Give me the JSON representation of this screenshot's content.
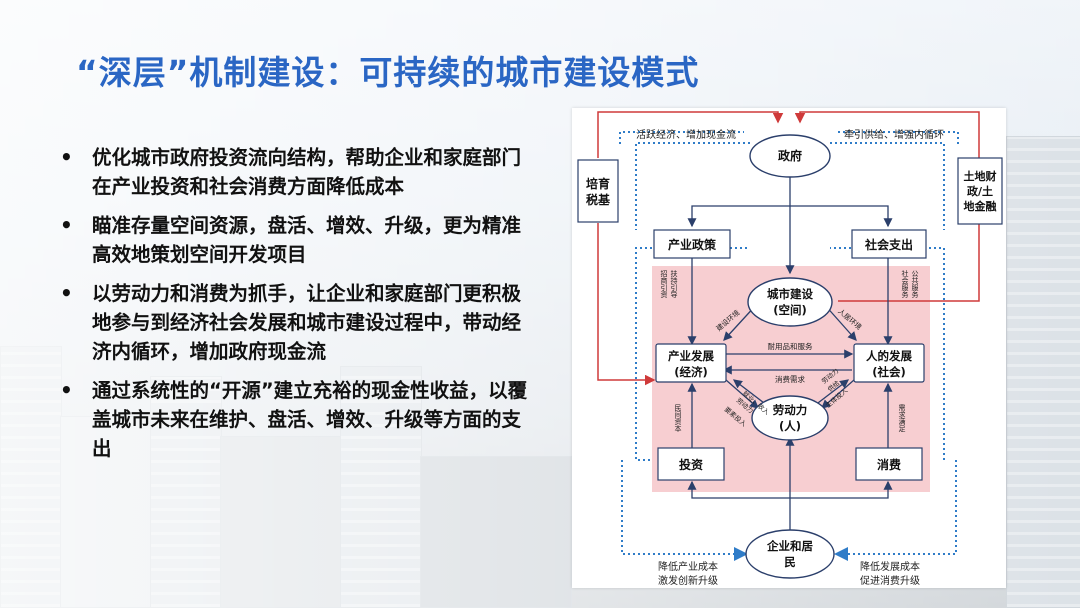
{
  "slide": {
    "title": "“深层”机制建设：可持续的城市建设模式",
    "bullets": [
      "优化城市政府投资流向结构，帮助企业和家庭部门在产业投资和社会消费方面降低成本",
      "瞄准存量空间资源，盘活、增效、升级，更为精准高效地策划空间开发项目",
      "以劳动力和消费为抓手，让企业和家庭部门更积极地参与到经济社会发展和城市建设过程中，带动经济内循环，增加政府现金流",
      "通过系统性的“开源”建立充裕的现金性收益，以覆盖城市未来在维护、盘活、增效、升级等方面的支出"
    ],
    "bullet_symbol": "•"
  },
  "diagram": {
    "nodes": {
      "government": "政府",
      "tax_base": [
        "培育",
        "税基"
      ],
      "land_finance": [
        "土地财",
        "政/土",
        "地金融"
      ],
      "industrial_policy": "产业政策",
      "social_spending": "社会支出",
      "urban_construction": [
        "城市建设",
        "(空间)"
      ],
      "industry_development": [
        "产业发展",
        "(经济)"
      ],
      "human_development": [
        "人的发展",
        "(社会)"
      ],
      "labor": [
        "劳动力",
        "(人)"
      ],
      "investment": "投资",
      "consumption": "消费",
      "enterprises_households": [
        "企业和居",
        "民"
      ]
    },
    "edge_labels": {
      "top_left": "活跃经济、增加现金流",
      "top_right": "牵引供给、增强内循环",
      "bottom_left": [
        "降低产业成本",
        "激发创新升级"
      ],
      "bottom_right": [
        "降低发展成本",
        "促进消费升级"
      ],
      "policy_vertical": "扶持引导",
      "policy_vertical_2": "招商引资",
      "social_vertical": "社会服务",
      "social_vertical_2": "公共服务",
      "built_env": "建设环境",
      "living_env": "人居环境",
      "durables_services": "耐用品和服务",
      "consumer_demand": "消费需求",
      "employment_income": [
        "就业、收入",
        "劳动力"
      ],
      "capital_input": "要素投入",
      "labor_supply": [
        "劳动力",
        "供给"
      ],
      "subject_input": "主体投入",
      "private_capital": "民间资本",
      "demand_satisfaction": "需求满足"
    }
  },
  "colors": {
    "title": "#2a66c4",
    "red_line": "#cf3a3a",
    "blue_dotted": "#2f7cc8",
    "dark_line": "#2b3f6b",
    "pink_region": "#f6c6c9"
  }
}
